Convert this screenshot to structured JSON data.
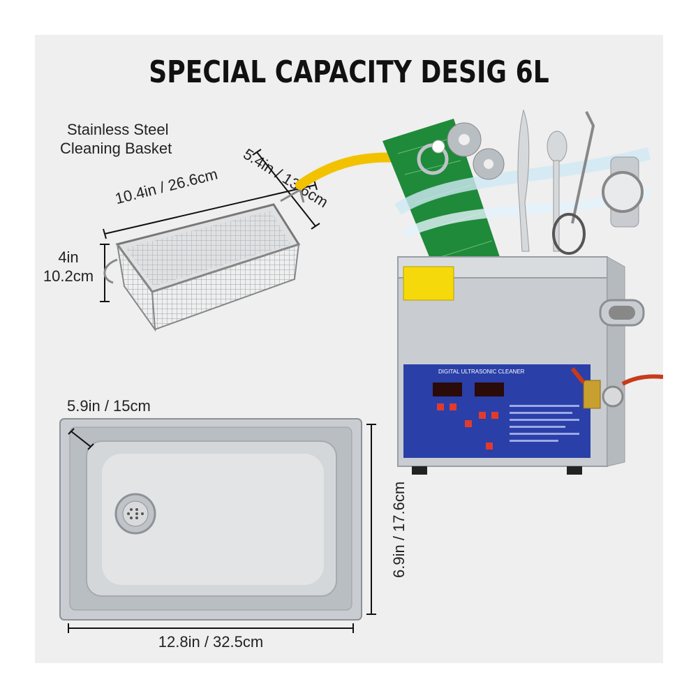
{
  "title": "SPECIAL CAPACITY DESIG 6L",
  "basket": {
    "caption_line1": "Stainless Steel",
    "caption_line2": "Cleaning Basket",
    "length_dim": "10.4in / 26.6cm",
    "width_dim": "5.4in / 13.6cm",
    "height_dim_line1": "4in",
    "height_dim_line2": "10.2cm"
  },
  "tank": {
    "depth_dim": "5.9in / 15cm",
    "width_dim": "6.9in / 17.6cm",
    "length_dim": "12.8in / 32.5cm"
  },
  "machine": {
    "panel_label": "DIGITAL ULTRASONIC CLEANER"
  },
  "colors": {
    "background": "#efefef",
    "panel_blue": "#2a3fa8",
    "arrow_yellow": "#f2c200",
    "pcb_green": "#1f8a3a",
    "steel": "#c9cdd2"
  }
}
